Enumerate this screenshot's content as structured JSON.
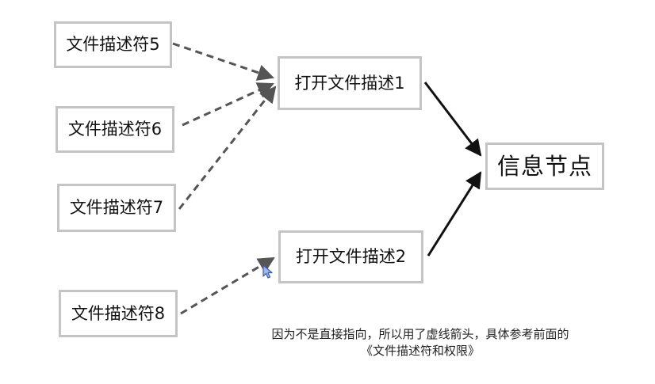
{
  "nodes": {
    "fd5": "文件描述符5",
    "fd6": "文件描述符6",
    "fd7": "文件描述符7",
    "fd8": "文件描述符8",
    "open1": "打开文件描述1",
    "open2": "打开文件描述2",
    "inode": "信息节点"
  },
  "caption": {
    "line1": "因为不是直接指向，所以用了虚线箭头，具体参考前面的",
    "line2": "《文件描述符和权限》"
  },
  "colors": {
    "box_border": "#c4c4c4",
    "dashed_arrow": "#555555",
    "solid_arrow": "#111111"
  },
  "icons": {
    "cursor": "mouse-pointer-icon"
  }
}
